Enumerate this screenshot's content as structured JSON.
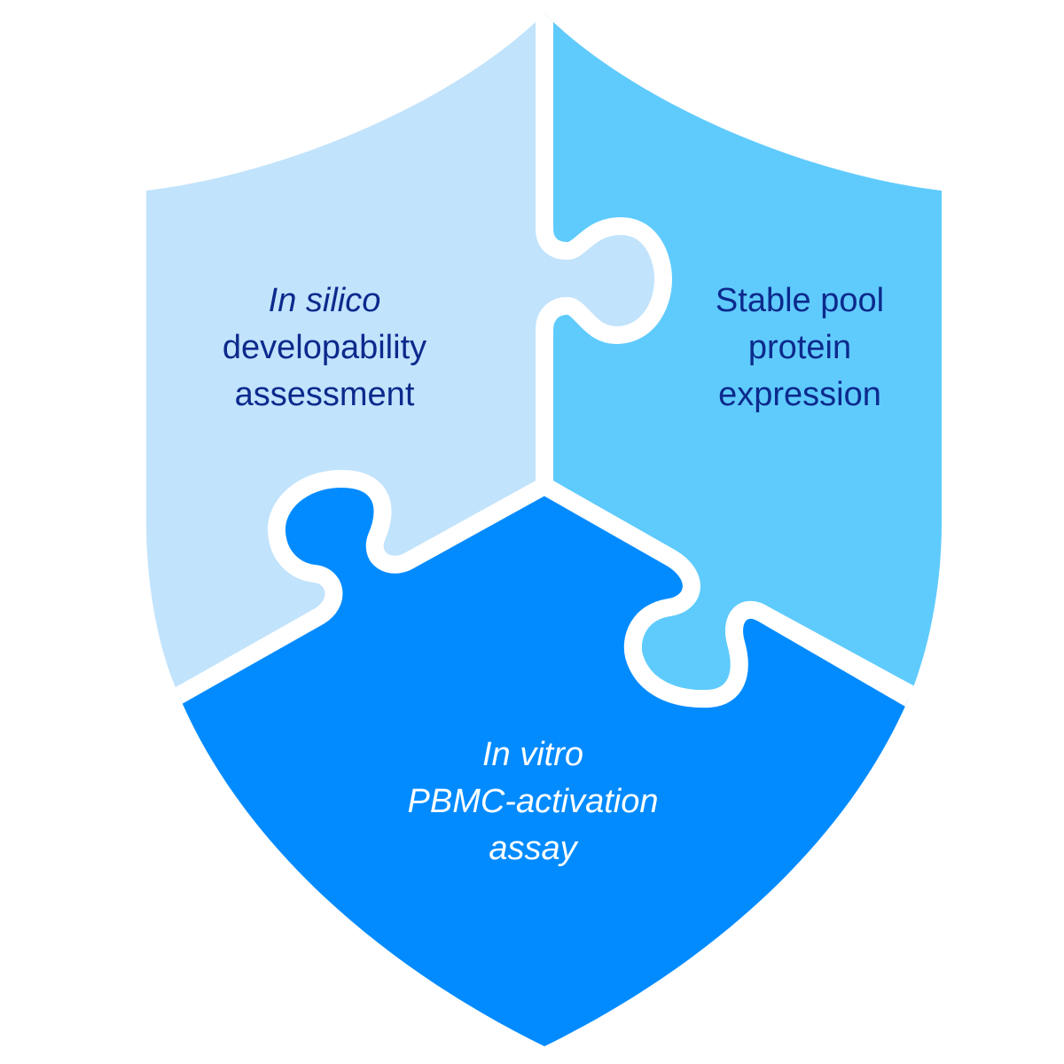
{
  "colors": {
    "in_silico_piece": "#C1E3FC",
    "stable_pool_piece": "#5FCBFD",
    "in_vitro_piece": "#028BFF",
    "dark_text": "#0C2A8C",
    "light_text": "#FFFFFF"
  },
  "pieces": {
    "in_silico": {
      "lines": [
        "In silico",
        "developability",
        "assessment"
      ]
    },
    "stable_pool": {
      "lines": [
        "Stable pool",
        "protein",
        "expression"
      ]
    },
    "in_vitro": {
      "lines": [
        "In vitro",
        "PBMC-activation",
        "assay"
      ]
    }
  }
}
